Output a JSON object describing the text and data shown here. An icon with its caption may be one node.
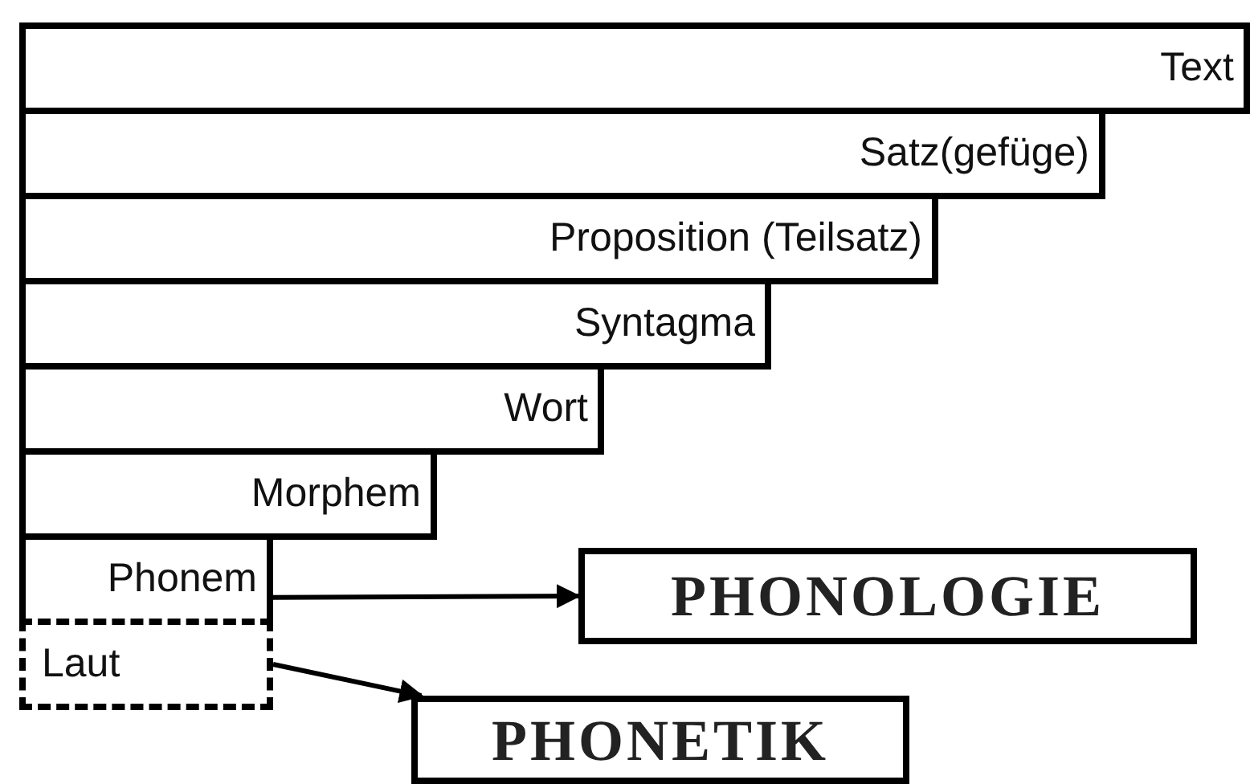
{
  "diagram": {
    "nodes": [
      {
        "text": [
          "Text"
        ]
      },
      {
        "text": [
          "Satz(gefüge)"
        ]
      },
      {
        "text": [
          "Proposition (Teilsatz)"
        ]
      },
      {
        "text": [
          "Syntagma"
        ]
      },
      {
        "text": [
          "Wort"
        ]
      },
      {
        "text": [
          "Morphem"
        ]
      },
      {
        "text": [
          "Phonem"
        ]
      },
      {
        "text": [
          "Laut"
        ]
      },
      {
        "text": [
          "PHONOLOGIE"
        ]
      },
      {
        "text": [
          "PHONETIK"
        ]
      }
    ],
    "edges": [
      {
        "from": 6,
        "to": 8,
        "arrow": "to"
      },
      {
        "from": 7,
        "to": 9,
        "arrow": "to"
      }
    ]
  }
}
